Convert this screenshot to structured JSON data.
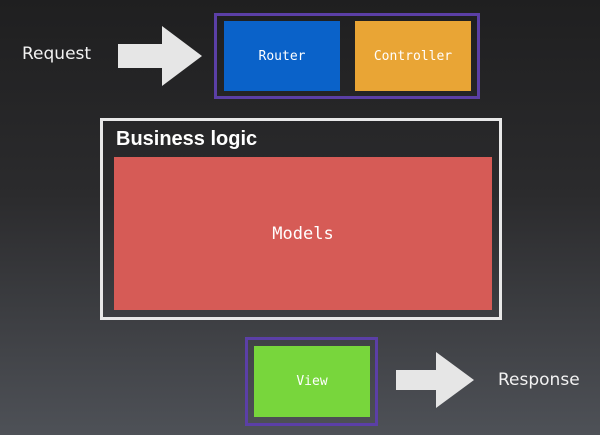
{
  "request_label": "Request",
  "response_label": "Response",
  "router_label": "Router",
  "controller_label": "Controller",
  "business_logic_label": "Business logic",
  "models_label": "Models",
  "view_label": "View",
  "colors": {
    "router": "#0a62c9",
    "controller": "#e9a535",
    "models": "#d65b56",
    "view": "#78d63c",
    "frame_purple": "#5b3fa6",
    "frame_white": "#e8e8e8",
    "arrow": "#e6e6e6"
  },
  "icons": {
    "request_arrow": "right-arrow-icon",
    "response_arrow": "right-arrow-icon"
  }
}
